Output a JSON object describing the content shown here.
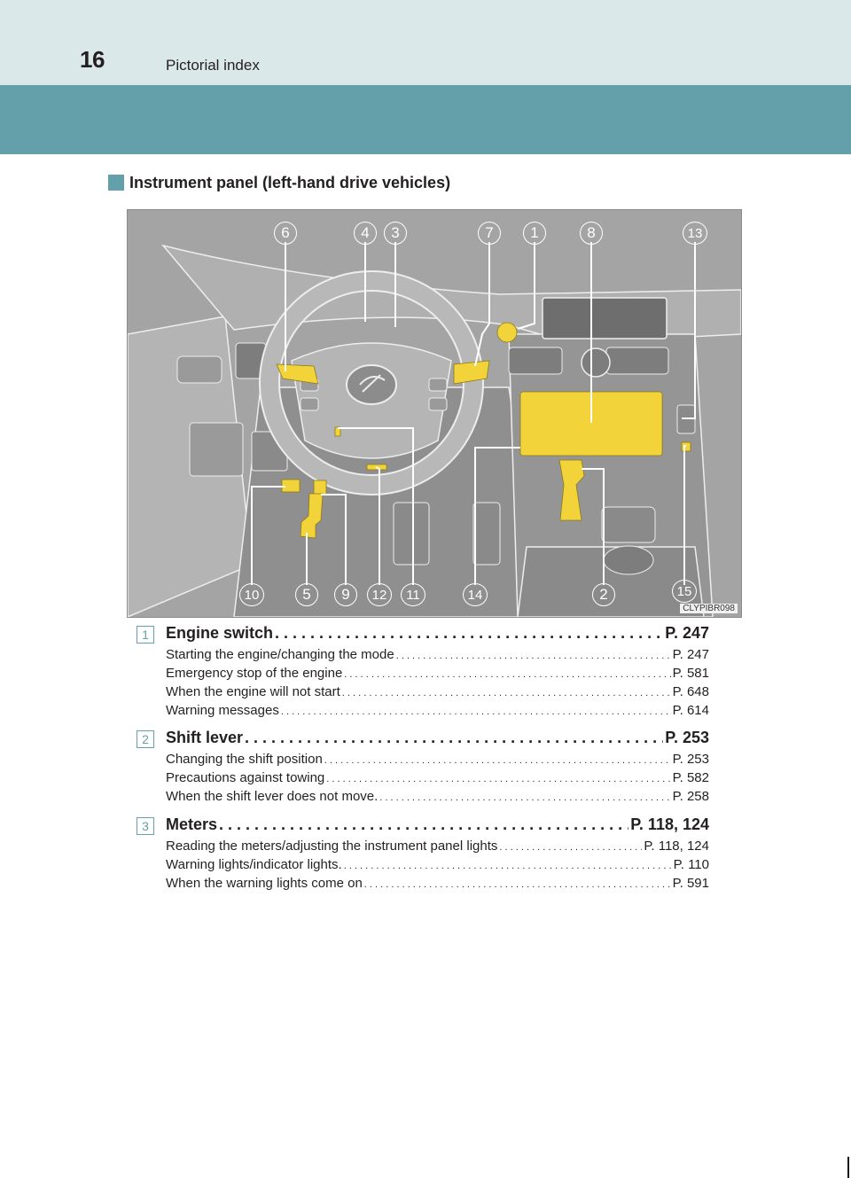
{
  "header": {
    "page_number": "16",
    "title": "Pictorial index"
  },
  "section": {
    "title": "Instrument panel (left-hand drive vehicles)"
  },
  "figure": {
    "code": "CLYPIBR098",
    "top_callouts": [
      "6",
      "4",
      "3",
      "7",
      "1",
      "8",
      "13"
    ],
    "bottom_callouts": [
      "10",
      "5",
      "9",
      "12",
      "11",
      "14",
      "2",
      "15"
    ],
    "colors": {
      "highlight": "#f2d43a",
      "background": "#9c9c9c",
      "line": "#ffffff"
    }
  },
  "entries": [
    {
      "number": "1",
      "title": "Engine switch",
      "page": "P. 247",
      "items": [
        {
          "label": "Starting the engine/changing the mode",
          "page": "P. 247"
        },
        {
          "label": "Emergency stop of the engine",
          "page": "P. 581"
        },
        {
          "label": "When the engine will not start",
          "page": "P. 648"
        },
        {
          "label": "Warning messages",
          "page": "P. 614"
        }
      ]
    },
    {
      "number": "2",
      "title": "Shift lever",
      "page": "P. 253",
      "items": [
        {
          "label": "Changing the shift position",
          "page": "P. 253"
        },
        {
          "label": "Precautions against towing",
          "page": "P. 582"
        },
        {
          "label": "When the shift lever does not move.",
          "page": "P. 258"
        }
      ]
    },
    {
      "number": "3",
      "title": "Meters",
      "page": "P. 118, 124",
      "items": [
        {
          "label": "Reading the meters/adjusting the instrument panel lights",
          "page": "P. 118, 124"
        },
        {
          "label": "Warning lights/indicator lights.",
          "page": "P. 110"
        },
        {
          "label": "When the warning lights come on",
          "page": "P. 591"
        }
      ]
    }
  ]
}
